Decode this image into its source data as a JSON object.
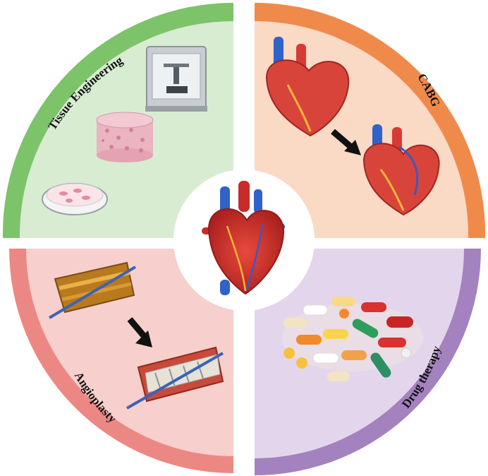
{
  "diagram": {
    "center": {
      "name": "Heart"
    },
    "quadrants": [
      {
        "id": "tissue",
        "label": "Tissue Engineering",
        "ring_color": "#7dc36a",
        "fill_color": "#d8ecd2"
      },
      {
        "id": "cabg",
        "label": "CABG",
        "ring_color": "#f08a4b",
        "fill_color": "#fad9c5"
      },
      {
        "id": "angio",
        "label": "Angioplasty",
        "ring_color": "#ec8883",
        "fill_color": "#f7cfcd"
      },
      {
        "id": "drug",
        "label": "Drug therapy",
        "ring_color": "#a382bf",
        "fill_color": "#e3d6ec"
      }
    ]
  }
}
